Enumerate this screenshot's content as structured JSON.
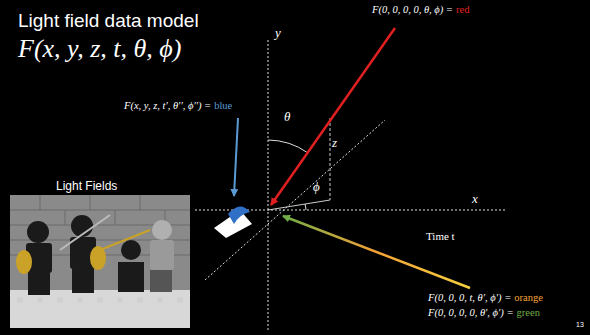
{
  "diagram": {
    "title": "Light field data model",
    "labels": [
      "F(x, y, z, t, θ, ϕ)",
      "y",
      "x",
      "z",
      "θ",
      "ϕ",
      "Time t",
      "F(0, 0, 0, 0, θ, ϕ) =",
      "red",
      "F(x, y, z, t′, θ′′, ϕ′′) =",
      "blue",
      "F(0, 0, 0, t, θ′, ϕ′) =",
      "orange",
      "F(0, 0, 0, 0, θ′, ϕ′) =",
      "green",
      "Light Fields",
      "13"
    ]
  }
}
